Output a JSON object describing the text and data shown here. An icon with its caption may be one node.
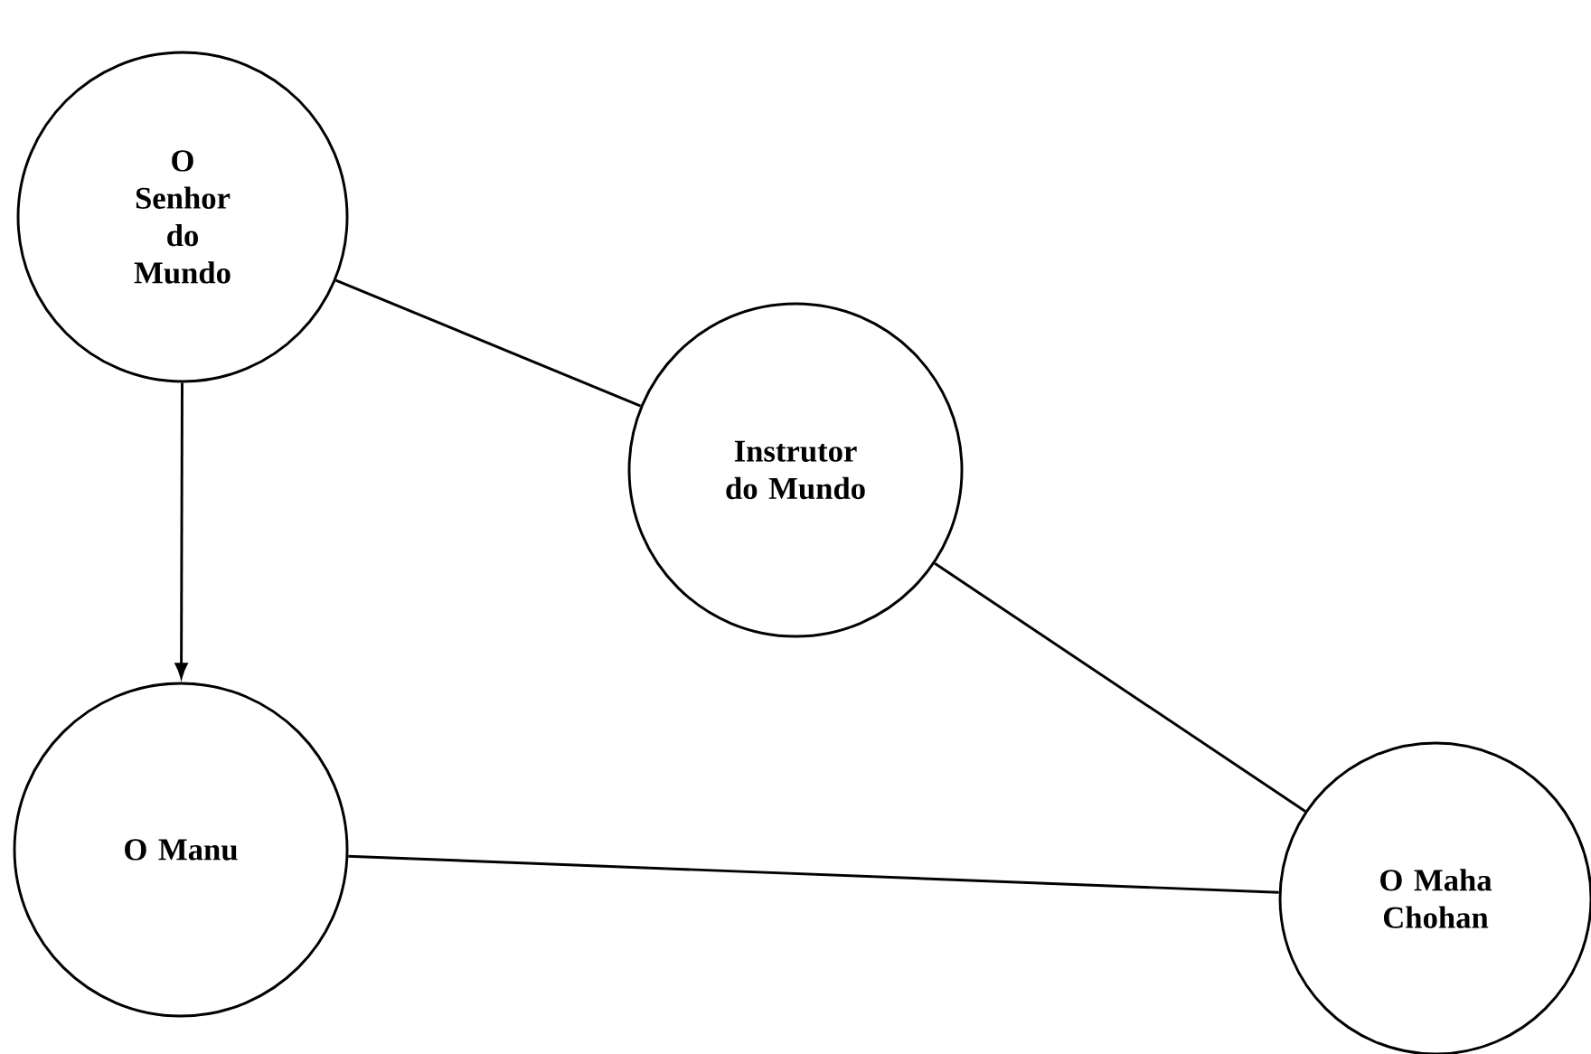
{
  "diagram": {
    "nodes": [
      {
        "text": [
          "O Senhor do Mundo"
        ]
      },
      {
        "text": [
          "Instrutor do Mundo"
        ]
      },
      {
        "text": [
          "O Manu"
        ]
      },
      {
        "text": [
          "O Maha Chohan"
        ]
      }
    ],
    "edges": [
      {
        "from": 0,
        "to": 2,
        "arrow": "to"
      },
      {
        "from": 0,
        "to": 1,
        "arrow": "none"
      },
      {
        "from": 1,
        "to": 3,
        "arrow": "none"
      },
      {
        "from": 2,
        "to": 3,
        "arrow": "none"
      }
    ]
  }
}
